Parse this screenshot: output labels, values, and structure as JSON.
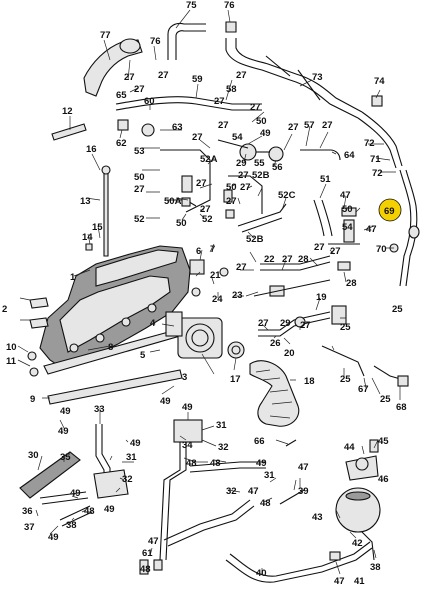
{
  "labels": {
    "p75": "75",
    "p76": "76",
    "p77": "77",
    "p76b": "76",
    "p65": "65",
    "p27a": "27",
    "p27b": "27",
    "p59": "59",
    "p27c": "27",
    "p58": "58",
    "p73": "73",
    "p74": "74",
    "p60": "60",
    "p27d": "27",
    "p27e": "27",
    "p12": "12",
    "p63": "63",
    "p62": "62",
    "p27f": "27",
    "p50a": "50",
    "p27g": "27",
    "p57": "57",
    "p27h": "27",
    "p49a": "49",
    "p53": "53",
    "p50b": "50",
    "p27i": "27",
    "p52a": "52A",
    "p29": "29",
    "p55": "55",
    "p56": "56",
    "p64": "64",
    "p72a": "72",
    "p71": "71",
    "p72b": "72",
    "p16": "16",
    "p27j": "27",
    "p52b": "52B",
    "p50c": "50",
    "p27k": "27",
    "p27l": "27",
    "p50a2": "50A",
    "p27m": "27",
    "p52c": "52C",
    "p51": "51",
    "p47a": "47",
    "p69": "69",
    "p13": "13",
    "p15": "15",
    "p52d": "52",
    "p50d": "50",
    "p54": "54",
    "p52e": "52B",
    "p14": "14",
    "p47b": "47",
    "p7": "7",
    "p6": "6",
    "p27n": "27",
    "p22": "22",
    "p27o": "27",
    "p28": "28",
    "p70": "70",
    "p1": "1",
    "p8": "8",
    "p21": "21",
    "p24": "24",
    "p23": "23",
    "p2": "2",
    "p19": "19",
    "p25a": "25",
    "p27p": "27",
    "p4": "4",
    "p29b": "29",
    "p26": "26",
    "p25b": "25",
    "p10": "10",
    "p11": "11",
    "p5": "5",
    "p20": "20",
    "p67": "67",
    "p3": "3",
    "p17": "17",
    "p18": "18",
    "p25c": "25",
    "p25d": "25",
    "p9": "9",
    "p68": "68",
    "p49b": "49",
    "p33": "33",
    "p31a": "31",
    "p31b": "31",
    "p49c": "49",
    "p34": "34",
    "p32a": "32",
    "p32b": "32",
    "p30": "30",
    "p66": "66",
    "p45": "45",
    "p44": "44",
    "p35": "35",
    "p31c": "31",
    "p49d": "49",
    "p48a": "48",
    "p49e": "49",
    "p46": "46",
    "p47c": "47",
    "p36": "36",
    "p47d": "47",
    "p39": "39",
    "p48b": "48",
    "p37": "37",
    "p38": "38",
    "p43": "43",
    "p61": "61",
    "p42": "42",
    "p40": "40",
    "p41": "41",
    "p47e": "47"
  },
  "highlight": {
    "color": "#f5d000",
    "part": "69"
  }
}
